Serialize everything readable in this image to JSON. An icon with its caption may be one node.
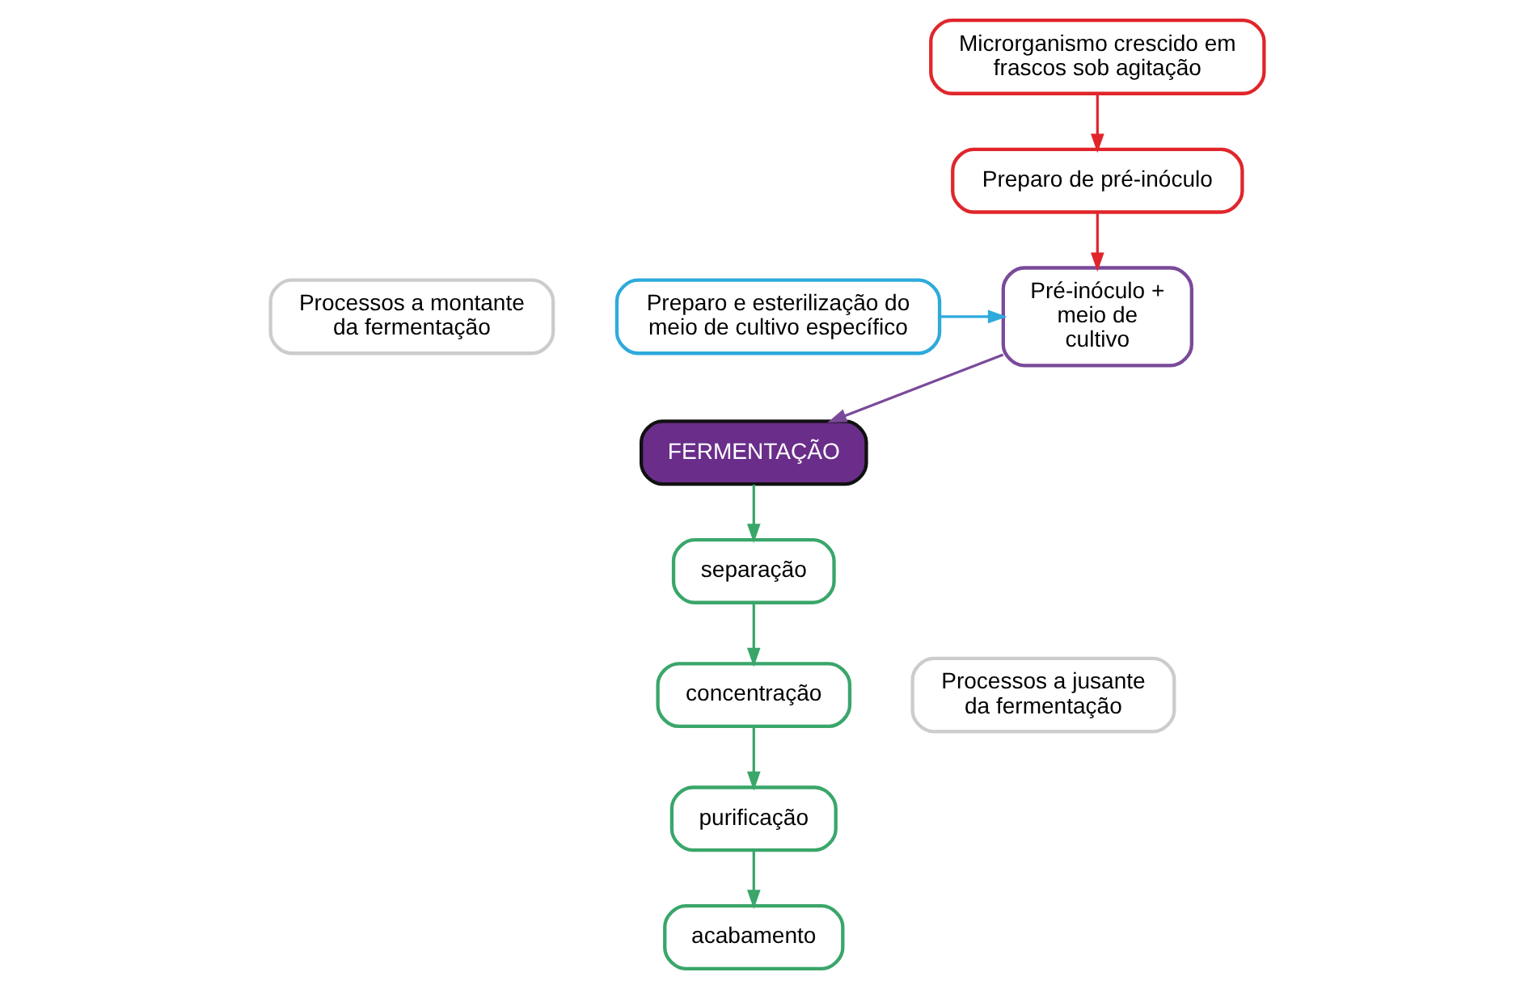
{
  "diagram": {
    "nodes": [
      {
        "text": [
          "Microrganismo crescido em frascos sob agitação"
        ]
      },
      {
        "text": [
          "Preparo de pré-inóculo"
        ]
      },
      {
        "text": [
          "Preparo e esterilização do meio de cultivo específico"
        ]
      },
      {
        "text": [
          "Pré-inóculo + meio de cultivo"
        ]
      },
      {
        "text": [
          "FERMENTAÇÃO"
        ]
      },
      {
        "text": [
          "separação"
        ]
      },
      {
        "text": [
          "concentração"
        ]
      },
      {
        "text": [
          "purificação"
        ]
      },
      {
        "text": [
          "acabamento"
        ]
      },
      {
        "text": [
          "Processos a montante da fermentação"
        ]
      },
      {
        "text": [
          "Processos a jusante da fermentação"
        ]
      }
    ],
    "edges": [
      {
        "from": 0,
        "to": 1,
        "arrow": "to",
        "color": "#e0262b"
      },
      {
        "from": 1,
        "to": 3,
        "arrow": "to",
        "color": "#e0262b"
      },
      {
        "from": 2,
        "to": 3,
        "arrow": "to",
        "color": "#2eaadc"
      },
      {
        "from": 3,
        "to": 4,
        "arrow": "to",
        "color": "#7a4a9a"
      },
      {
        "from": 4,
        "to": 5,
        "arrow": "to"
      },
      {
        "from": 5,
        "to": 6,
        "arrow": "to"
      },
      {
        "from": 6,
        "to": 7,
        "arrow": "to"
      },
      {
        "from": 7,
        "to": 8,
        "arrow": "to"
      }
    ]
  }
}
